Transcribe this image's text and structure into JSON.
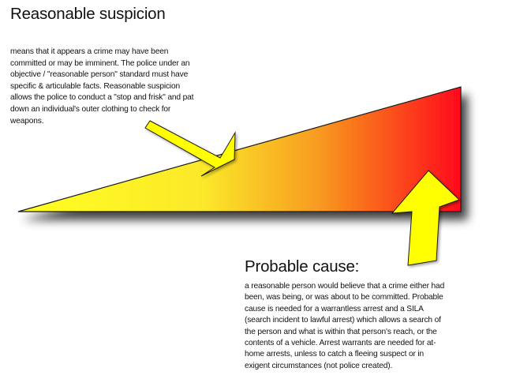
{
  "reasonable_suspicion": {
    "title": "Reasonable suspicion",
    "lines": [
      "means that it appears a crime may have been",
      "committed or may be imminent. The police under an",
      "objective / \"reasonable person\" standard must have",
      "specific & articulable facts. Reasonable suspicion",
      "allows the police to conduct a \"stop and frisk\" and pat",
      "down an individual's outer clothing to check for",
      "weapons."
    ]
  },
  "probable_cause": {
    "title": "Probable cause:",
    "lines": [
      "a reasonable person would believe that a crime either had",
      "been, was being, or was about to be committed. Probable",
      "cause is needed for a warrantless arrest and a SILA",
      "(search incident to lawful arrest) which allows a search of",
      "the person and what is within that person's reach, or the",
      "contents of a vehicle. Arrest warrants are needed for at-",
      "home arrests, unless to catch a fleeing suspect or in",
      "exigent circumstances (not police created)."
    ]
  },
  "colors": {
    "gradient_start": "#ffff22",
    "gradient_mid": "#f8a020",
    "gradient_end": "#ff0a1a",
    "arrow_fill": "#ffff00",
    "outline": "#1a1a1a"
  }
}
